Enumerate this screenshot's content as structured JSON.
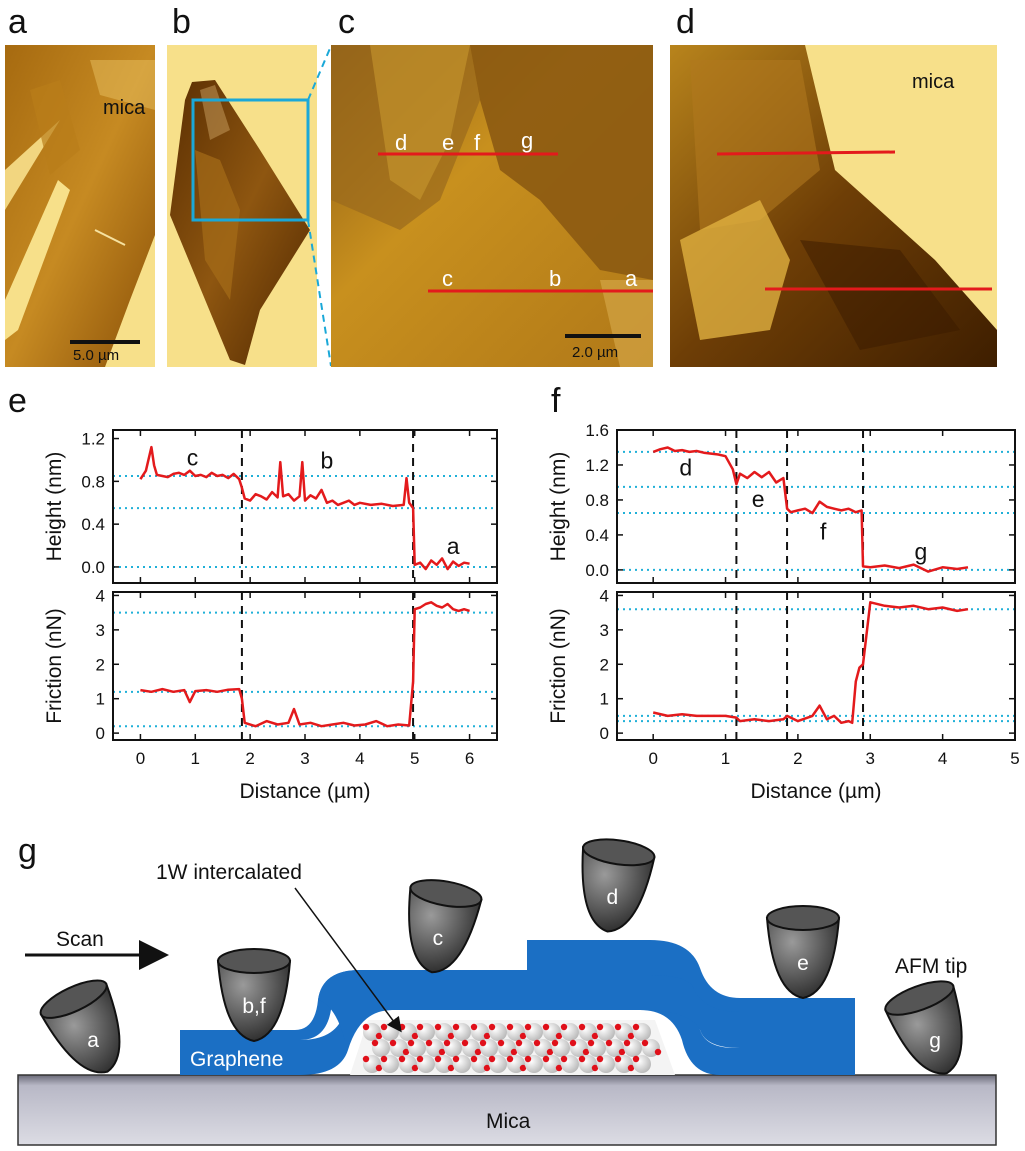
{
  "panel_labels": {
    "a": "a",
    "b": "b",
    "c": "c",
    "d": "d",
    "e": "e",
    "f": "f",
    "g": "g"
  },
  "afm_images": {
    "a": {
      "label": "mica",
      "scale_bar": "5.0 µm"
    },
    "b": {},
    "c": {
      "top_line_labels": [
        "d",
        "e",
        "f",
        "g"
      ],
      "bottom_line_labels": [
        "c",
        "b",
        "a"
      ],
      "scale_bar": "2.0 µm"
    },
    "d": {
      "label": "mica"
    }
  },
  "colors": {
    "profile": "#e31a1c",
    "reference": "#20b0d8",
    "graphene": "#1b6fc4",
    "afm_yellow": "#f7e08a",
    "mica": "#9a9aa6"
  },
  "chart_data": [
    {
      "panel": "e",
      "type": "line",
      "xlabel": "Distance (µm)",
      "xlim": [
        -0.5,
        6.5
      ],
      "xticks": [
        0,
        1,
        2,
        3,
        4,
        5,
        6
      ],
      "dashed_x": [
        1.85,
        4.97
      ],
      "height": {
        "ylabel": "Height (nm)",
        "ylim": [
          -0.15,
          1.28
        ],
        "yticks": [
          0.0,
          0.4,
          0.8,
          1.2
        ],
        "reference_y": [
          0.85,
          0.55,
          0.0
        ],
        "segment_labels": [
          {
            "text": "c",
            "x": 0.95,
            "y": 0.95
          },
          {
            "text": "b",
            "x": 3.4,
            "y": 0.92
          },
          {
            "text": "a",
            "x": 5.7,
            "y": 0.12
          }
        ],
        "series": [
          {
            "x": [
              0,
              0.1,
              0.2,
              0.25,
              0.3,
              0.4,
              0.5,
              0.6,
              0.7,
              0.8,
              0.9,
              1.0,
              1.1,
              1.2,
              1.3,
              1.4,
              1.5,
              1.6,
              1.7,
              1.8,
              1.85,
              1.9,
              2.0,
              2.1,
              2.2,
              2.3,
              2.4,
              2.5,
              2.55,
              2.6,
              2.7,
              2.8,
              2.9,
              2.95,
              3.0,
              3.1,
              3.2,
              3.3,
              3.4,
              3.5,
              3.6,
              3.7,
              3.8,
              3.9,
              4.0,
              4.2,
              4.4,
              4.6,
              4.8,
              4.85,
              4.9,
              4.97,
              5.0,
              5.1,
              5.2,
              5.3,
              5.4,
              5.5,
              5.6,
              5.7,
              5.8,
              5.9,
              6.0
            ],
            "y": [
              0.82,
              0.9,
              1.12,
              0.95,
              0.86,
              0.85,
              0.84,
              0.87,
              0.88,
              0.86,
              0.9,
              0.85,
              0.86,
              0.84,
              0.88,
              0.85,
              0.86,
              0.83,
              0.87,
              0.82,
              0.74,
              0.64,
              0.62,
              0.68,
              0.66,
              0.63,
              0.7,
              0.65,
              0.98,
              0.66,
              0.68,
              0.62,
              0.66,
              0.98,
              0.62,
              0.67,
              0.64,
              0.72,
              0.6,
              0.62,
              0.58,
              0.6,
              0.62,
              0.58,
              0.6,
              0.58,
              0.59,
              0.57,
              0.58,
              0.83,
              0.6,
              0.55,
              0.02,
              0.04,
              -0.02,
              0.06,
              0.02,
              0.08,
              -0.02,
              0.05,
              0.01,
              0.04,
              0.03
            ]
          }
        ]
      },
      "friction": {
        "ylabel": "Friction (nN)",
        "ylim": [
          -0.2,
          4.1
        ],
        "yticks": [
          0,
          1,
          2,
          3,
          4
        ],
        "reference_y": [
          3.5,
          1.2,
          0.2
        ],
        "series": [
          {
            "x": [
              0,
              0.2,
              0.4,
              0.6,
              0.8,
              0.9,
              1.0,
              1.2,
              1.4,
              1.6,
              1.8,
              1.85,
              1.9,
              2.1,
              2.3,
              2.5,
              2.7,
              2.8,
              2.9,
              3.1,
              3.3,
              3.5,
              3.7,
              3.9,
              4.1,
              4.3,
              4.5,
              4.7,
              4.9,
              4.97,
              5.0,
              5.1,
              5.2,
              5.3,
              5.4,
              5.5,
              5.6,
              5.7,
              5.8,
              5.9,
              6.0
            ],
            "y": [
              1.25,
              1.2,
              1.28,
              1.2,
              1.25,
              0.9,
              1.22,
              1.25,
              1.2,
              1.26,
              1.28,
              1.0,
              0.3,
              0.2,
              0.35,
              0.25,
              0.3,
              0.7,
              0.25,
              0.3,
              0.2,
              0.25,
              0.3,
              0.22,
              0.25,
              0.35,
              0.2,
              0.25,
              0.22,
              1.5,
              3.6,
              3.65,
              3.75,
              3.8,
              3.7,
              3.65,
              3.75,
              3.6,
              3.55,
              3.6,
              3.55
            ]
          }
        ]
      }
    },
    {
      "panel": "f",
      "type": "line",
      "xlabel": "Distance (µm)",
      "xlim": [
        -0.5,
        5
      ],
      "xticks": [
        0,
        1,
        2,
        3,
        4,
        5
      ],
      "dashed_x": [
        1.15,
        1.85,
        2.9
      ],
      "height": {
        "ylabel": "Height (nm)",
        "ylim": [
          -0.15,
          1.6
        ],
        "yticks": [
          0.0,
          0.4,
          0.8,
          1.2,
          1.6
        ],
        "reference_y": [
          1.35,
          0.95,
          0.65,
          0.0
        ],
        "segment_labels": [
          {
            "text": "d",
            "x": 0.45,
            "y": 1.08
          },
          {
            "text": "e",
            "x": 1.45,
            "y": 0.72
          },
          {
            "text": "f",
            "x": 2.35,
            "y": 0.35
          },
          {
            "text": "g",
            "x": 3.7,
            "y": 0.12
          }
        ],
        "series": [
          {
            "x": [
              0,
              0.1,
              0.2,
              0.3,
              0.4,
              0.5,
              0.6,
              0.7,
              0.8,
              0.9,
              1.0,
              1.1,
              1.15,
              1.2,
              1.3,
              1.4,
              1.5,
              1.6,
              1.7,
              1.8,
              1.85,
              1.9,
              2.0,
              2.1,
              2.2,
              2.3,
              2.4,
              2.5,
              2.6,
              2.7,
              2.8,
              2.88,
              2.9,
              3.0,
              3.2,
              3.4,
              3.6,
              3.8,
              4.0,
              4.2,
              4.35
            ],
            "y": [
              1.35,
              1.38,
              1.4,
              1.36,
              1.37,
              1.35,
              1.36,
              1.34,
              1.33,
              1.32,
              1.3,
              1.15,
              0.98,
              1.1,
              1.05,
              1.12,
              1.06,
              1.12,
              1.0,
              1.05,
              0.7,
              0.66,
              0.68,
              0.7,
              0.65,
              0.78,
              0.72,
              0.7,
              0.68,
              0.7,
              0.66,
              0.68,
              0.04,
              0.03,
              0.05,
              0.02,
              0.06,
              -0.02,
              0.03,
              0.01,
              0.03
            ]
          }
        ]
      },
      "friction": {
        "ylabel": "Friction (nN)",
        "ylim": [
          -0.2,
          4.1
        ],
        "yticks": [
          0,
          1,
          2,
          3,
          4
        ],
        "reference_y": [
          3.6,
          0.5,
          0.35
        ],
        "series": [
          {
            "x": [
              0,
              0.2,
              0.4,
              0.6,
              0.8,
              1.0,
              1.15,
              1.2,
              1.4,
              1.6,
              1.8,
              1.85,
              2.0,
              2.2,
              2.3,
              2.4,
              2.5,
              2.6,
              2.7,
              2.75,
              2.8,
              2.85,
              2.9,
              3.0,
              3.2,
              3.4,
              3.6,
              3.8,
              4.0,
              4.2,
              4.35
            ],
            "y": [
              0.6,
              0.5,
              0.55,
              0.5,
              0.5,
              0.5,
              0.45,
              0.35,
              0.4,
              0.35,
              0.4,
              0.5,
              0.35,
              0.5,
              0.8,
              0.4,
              0.5,
              0.3,
              0.35,
              0.3,
              1.5,
              1.9,
              2.0,
              3.8,
              3.7,
              3.65,
              3.7,
              3.6,
              3.65,
              3.55,
              3.6
            ]
          }
        ]
      }
    }
  ],
  "schematic": {
    "scan_label": "Scan",
    "intercalated_label": "1W intercalated",
    "graphene_label": "Graphene",
    "mica_label": "Mica",
    "afm_tip_label": "AFM tip",
    "tips": [
      "a",
      "b,f",
      "c",
      "d",
      "e",
      "g"
    ]
  }
}
